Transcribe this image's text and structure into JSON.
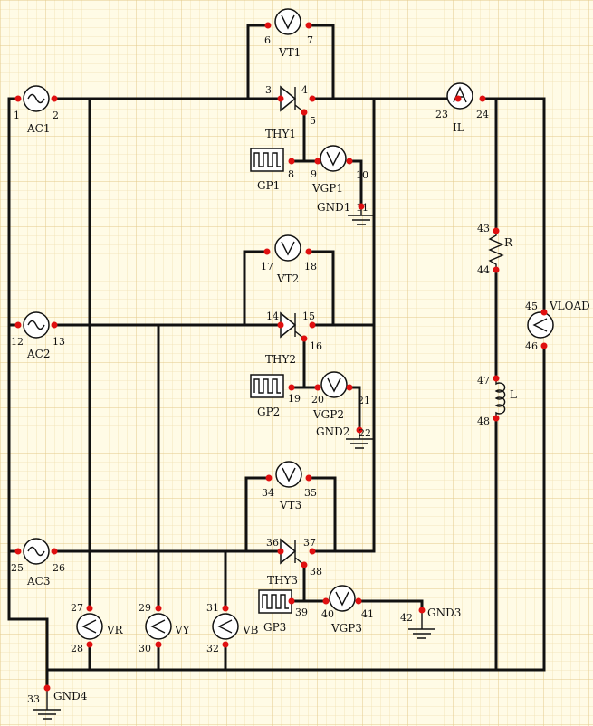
{
  "components": {
    "AC1": "AC1",
    "AC2": "AC2",
    "AC3": "AC3",
    "VT1": "VT1",
    "VT2": "VT2",
    "VT3": "VT3",
    "THY1": "THY1",
    "THY2": "THY2",
    "THY3": "THY3",
    "GP1": "GP1",
    "GP2": "GP2",
    "GP3": "GP3",
    "VGP1": "VGP1",
    "VGP2": "VGP2",
    "VGP3": "VGP3",
    "GND1": "GND1",
    "GND2": "GND2",
    "GND3": "GND3",
    "GND4": "GND4",
    "IL": "IL",
    "R": "R",
    "L": "L",
    "VLOAD": "VLOAD",
    "VR": "VR",
    "VY": "VY",
    "VB": "VB"
  },
  "pins": {
    "p1": "1",
    "p2": "2",
    "p3": "3",
    "p4": "4",
    "p5": "5",
    "p6": "6",
    "p7": "7",
    "p8": "8",
    "p9": "9",
    "p10": "10",
    "p11": "11",
    "p12": "12",
    "p13": "13",
    "p14": "14",
    "p15": "15",
    "p16": "16",
    "p17": "17",
    "p18": "18",
    "p19": "19",
    "p20": "20",
    "p21": "21",
    "p22": "22",
    "p23": "23",
    "p24": "24",
    "p25": "25",
    "p26": "26",
    "p27": "27",
    "p28": "28",
    "p29": "29",
    "p30": "30",
    "p31": "31",
    "p32": "32",
    "p33": "33",
    "p34": "34",
    "p35": "35",
    "p36": "36",
    "p37": "37",
    "p38": "38",
    "p39": "39",
    "p40": "40",
    "p41": "41",
    "p42": "42",
    "p43": "43",
    "p44": "44",
    "p45": "45",
    "p46": "46",
    "p47": "47",
    "p48": "48"
  },
  "colors": {
    "background": "#fffbe6",
    "grid_minor": "#f0e0b0",
    "grid_major": "#e3c98a",
    "pin_dot": "#e01010",
    "wire": "#111111"
  }
}
